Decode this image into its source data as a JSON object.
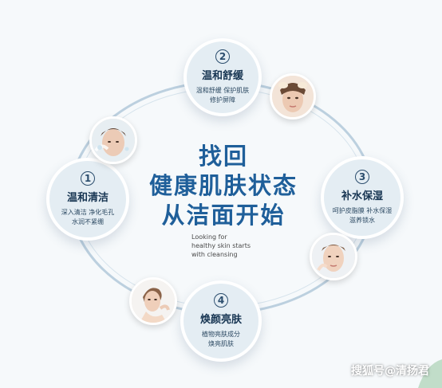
{
  "center": {
    "title": "找回\n健康肌肤状态\n从洁面开始",
    "subtitle": "Looking for\nhealthy skin starts\nwith cleansing"
  },
  "steps": [
    {
      "number": "2",
      "title": "温和舒缓",
      "desc": "温和舒缓  保护肌肤\n修护屏障"
    },
    {
      "number": "1",
      "title": "温和清洁",
      "desc": "深入清洁  净化毛孔\n水润不紧绷"
    },
    {
      "number": "3",
      "title": "补水保湿",
      "desc": "呵护皮脂膜  补水保湿\n滋养锁水"
    },
    {
      "number": "4",
      "title": "焕颜亮肤",
      "desc": "植物亮肤成分\n焕亮肌肤"
    }
  ],
  "watermark": "搜狐号@清扬君",
  "colors": {
    "accent": "#1f5f9a",
    "node_fill": "#e4edf3",
    "ring": "#bcd0df"
  }
}
